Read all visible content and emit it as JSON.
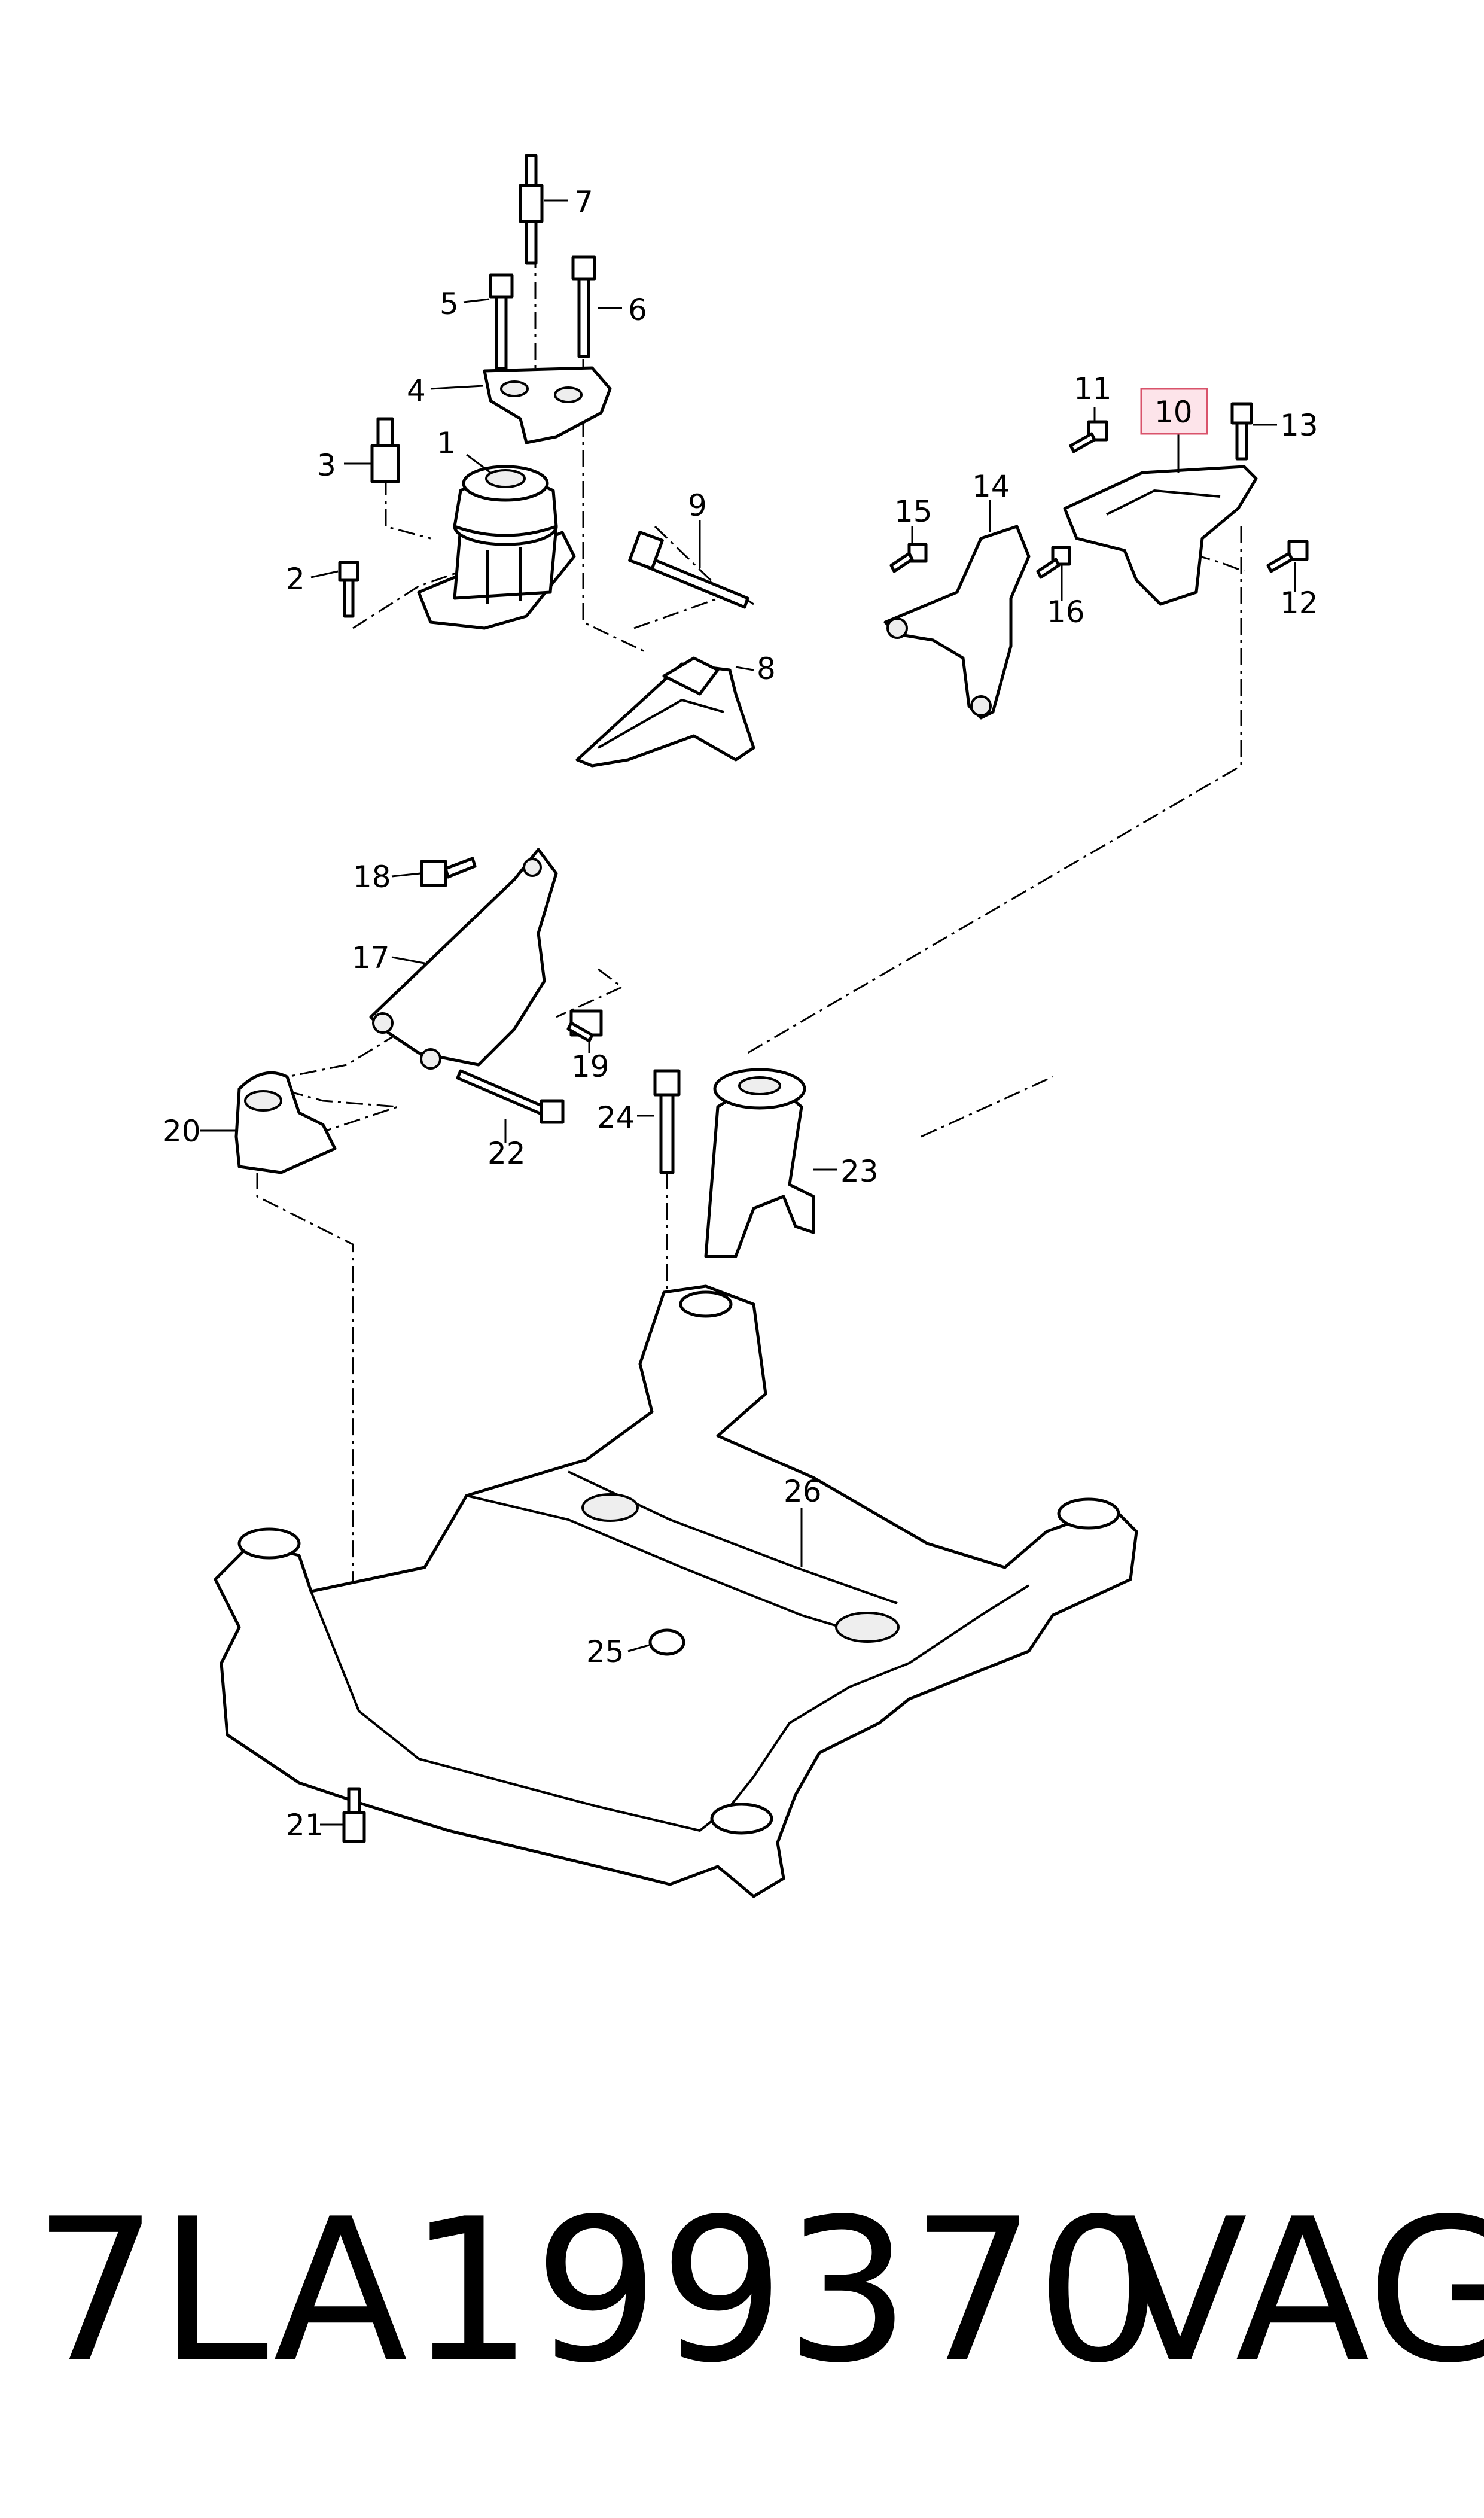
{
  "callouts": [
    "1",
    "2",
    "3",
    "4",
    "5",
    "6",
    "7",
    "8",
    "9",
    "10",
    "11",
    "12",
    "13",
    "14",
    "15",
    "16",
    "17",
    "18",
    "19",
    "20",
    "21",
    "22",
    "23",
    "24",
    "25",
    "26"
  ],
  "highlight": {
    "callout": "10",
    "fill": "#fde4ea",
    "border": "#d9536b"
  },
  "footer": {
    "part_number": "7LA199370",
    "brand": "VAG"
  }
}
